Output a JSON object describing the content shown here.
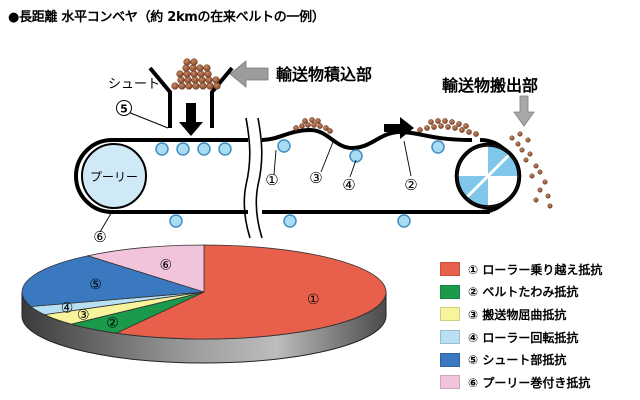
{
  "title": "●長距離 水平コンベヤ（約 2kmの在来ベルトの一例）",
  "labels": {
    "chute": "シュート",
    "loading": "輸送物積込部",
    "unloading": "輸送物搬出部",
    "pulley": "プーリー"
  },
  "markers": {
    "m1": "①",
    "m2": "②",
    "m3": "③",
    "m4": "④",
    "m5": "⑤",
    "m6": "⑥"
  },
  "chart_data": {
    "type": "pie",
    "title": "",
    "categories": [
      "① ローラー乗り越え抵抗",
      "② ベルトたわみ抵抗",
      "③ 搬送物屈曲抵抗",
      "④ ローラー回転抵抗",
      "⑤ シュート部抵抗",
      "⑥ プーリー巻付き抵抗"
    ],
    "slice_labels": [
      "①",
      "②",
      "③",
      "④",
      "⑤",
      "⑥"
    ],
    "values": [
      58,
      5,
      4,
      3,
      19,
      11
    ],
    "colors": [
      "#e8604c",
      "#1a9a4a",
      "#f7f49b",
      "#b9e0f2",
      "#3a78c0",
      "#f2c4dc"
    ],
    "legend": "right"
  }
}
